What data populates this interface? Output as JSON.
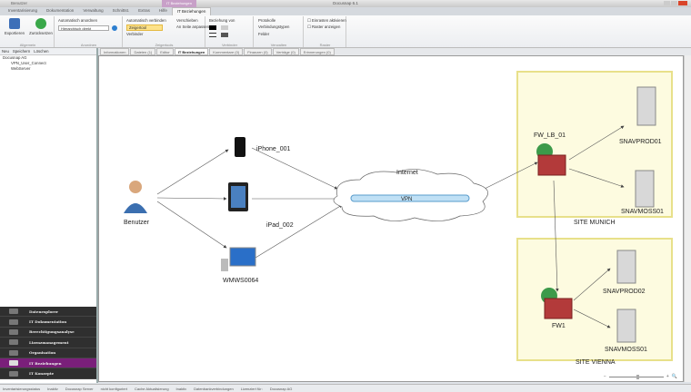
{
  "window": {
    "app_label": "Benutzer",
    "title": "Docusnap 6.1",
    "context_tab": "IT Beziehungen"
  },
  "menu_tabs": [
    "Inventarisierung",
    "Dokumentation",
    "Verwaltung",
    "Schnittst.",
    "Extras",
    "Hilfe",
    "IT Beziehungen"
  ],
  "ribbon": {
    "allgemein": {
      "label": "Allgemein",
      "export": "Exportieren",
      "reset": "Zurücksetzen"
    },
    "anordnen": {
      "label": "Anordnen",
      "auto_arrange": "Automatisch anordnen",
      "layout_select": "Hierarchisch direkt"
    },
    "zeigertools": {
      "label": "Zeigertools",
      "auto_connect": "Automatisch verbinden",
      "move": "Verschieben",
      "pointer": "Zeigertool",
      "fit": "An Seite anpassen",
      "connector": "Verbinder"
    },
    "verbinder": {
      "label": "Verbinder",
      "line_style": "Beziehung von"
    },
    "verwalten": {
      "label": "Verwalten",
      "protocols": "Protokolle",
      "conn_types": "Verbindungstypen",
      "fields": "Felder"
    },
    "raster": {
      "label": "Raster",
      "snap": "Einrasten aktivieren",
      "show_grid": "Raster anzeigen"
    }
  },
  "left_toolbar": {
    "new": "Neu",
    "save": "Speichern",
    "delete": "Löschen"
  },
  "tree": [
    "Docusnap AG",
    "VPN_User_Connect",
    "WebServer"
  ],
  "nav": [
    {
      "label": "Datenexplorer",
      "active": false
    },
    {
      "label": "IT Dokumentation",
      "active": false
    },
    {
      "label": "Berechtigungsanalyse",
      "active": false
    },
    {
      "label": "Lizenzmanagement",
      "active": false
    },
    {
      "label": "Organisation",
      "active": false
    },
    {
      "label": "IT Beziehungen",
      "active": true
    },
    {
      "label": "IT Konzepte",
      "active": false
    }
  ],
  "doc_tabs": [
    {
      "label": "Informationen",
      "active": false
    },
    {
      "label": "Dateien (1)",
      "active": false
    },
    {
      "label": "Editor",
      "active": false
    },
    {
      "label": "IT Beziehungen",
      "active": true
    },
    {
      "label": "Kommentare (0)",
      "active": false
    },
    {
      "label": "Finanzen (0)",
      "active": false
    },
    {
      "label": "Verträge (0)",
      "active": false
    },
    {
      "label": "Erinnerungen (0)",
      "active": false
    }
  ],
  "diagram": {
    "user": "Benutzer",
    "iphone": "iPhone_001",
    "ipad": "iPad_002",
    "workstation": "WMWS0064",
    "internet": "Internet",
    "vpn": "VPN",
    "site_munich": "SITE MUNICH",
    "fw_munich": "FW_LB_01",
    "srv_m1": "SNAVPROD01",
    "srv_m2": "SNAVMOSS01",
    "site_vienna": "SITE VIENNA",
    "fw_vienna": "FW1",
    "srv_v1": "SNAVPROD02",
    "srv_v2": "SNAVMOSS01",
    "site_fill": "#fdfbe0",
    "site_border": "#e8e08a"
  },
  "status": [
    "Inventarisierungsstatus",
    "Inaktiv",
    "Docusnap Server",
    "nicht konfiguriert",
    "Cache Aktualisierung",
    "Inaktiv",
    "Datenbankverbindungen",
    "Lizenziert für:",
    "Docusnap AG"
  ]
}
